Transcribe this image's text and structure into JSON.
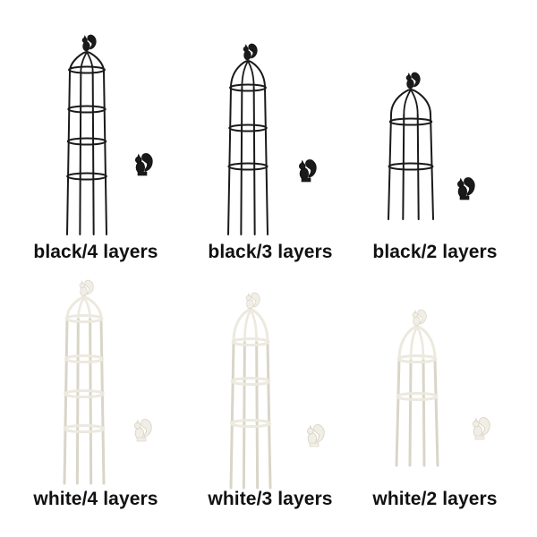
{
  "variants": [
    {
      "label": "black/4 layers",
      "color": "black",
      "layers": 4
    },
    {
      "label": "black/3 layers",
      "color": "black",
      "layers": 3
    },
    {
      "label": "black/2 layers",
      "color": "black",
      "layers": 2
    },
    {
      "label": "white/4 layers",
      "color": "white",
      "layers": 4
    },
    {
      "label": "white/3 layers",
      "color": "white",
      "layers": 3
    },
    {
      "label": "white/2 layers",
      "color": "white",
      "layers": 2
    }
  ],
  "colors": {
    "black_frame": "#1a1a1a",
    "white_frame": "#ece9df",
    "white_frame_shadow": "#d9d5c8",
    "label_text": "#111111",
    "background": "#ffffff"
  },
  "icons": {
    "topper": "squirrel-finial-icon",
    "ornament": "squirrel-ornament-icon"
  }
}
